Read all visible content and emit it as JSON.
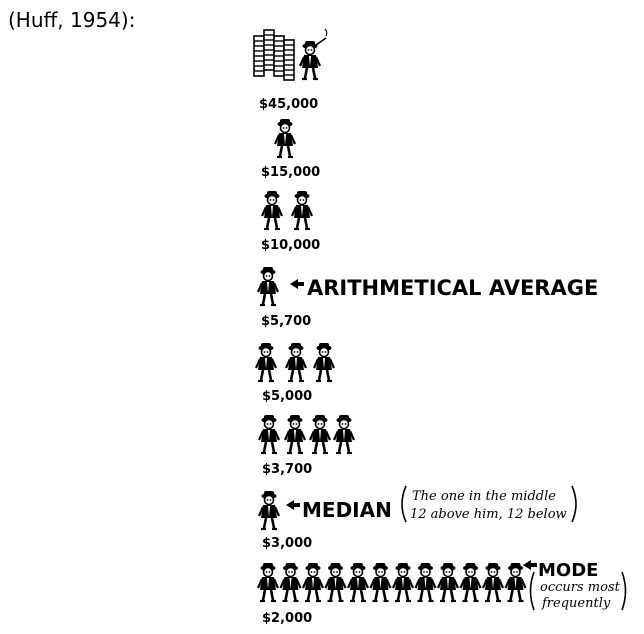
{
  "citation": "(Huff, 1954):",
  "rows": [
    {
      "salary": "$45,000",
      "count": 1,
      "people": 1
    },
    {
      "salary": "$15,000",
      "count": 1,
      "people": 1
    },
    {
      "salary": "$10,000",
      "count": 2,
      "people": 2
    },
    {
      "salary": "$5,700",
      "count": 1,
      "people": 1,
      "note": "ARITHMETICAL AVERAGE"
    },
    {
      "salary": "$5,000",
      "count": 3,
      "people": 3
    },
    {
      "salary": "$3,700",
      "count": 4,
      "people": 4
    },
    {
      "salary": "$3,000",
      "count": 1,
      "people": 1,
      "note": "MEDIAN",
      "sub": [
        "The one in the middle",
        "12 above him, 12 below"
      ]
    },
    {
      "salary": "$2,000",
      "count": 12,
      "people": 12,
      "note": "MODE",
      "sub": [
        "occurs most",
        "frequently"
      ]
    }
  ],
  "colors": {
    "ink": "#000000",
    "paper": "#ffffff"
  }
}
